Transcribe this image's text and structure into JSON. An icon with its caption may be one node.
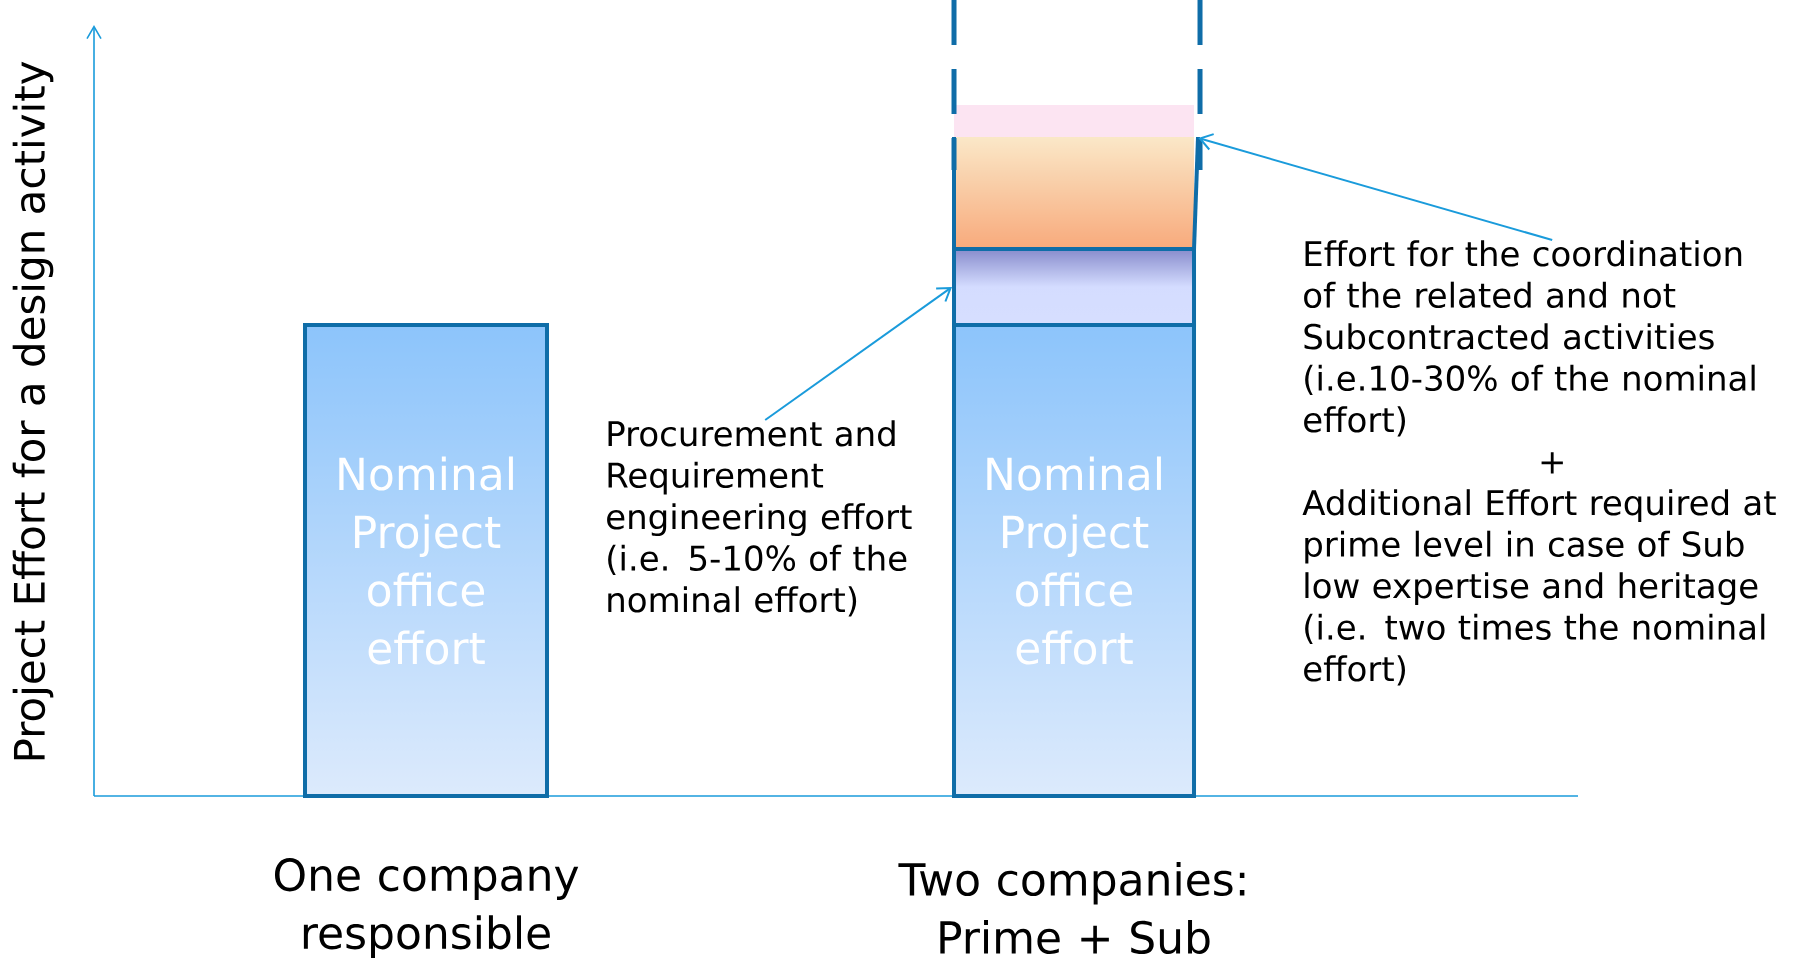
{
  "diagram": {
    "nodes": [
      {
        "text": [
          "Nominal Project office effort"
        ]
      },
      {
        "text": [
          "Nominal Project office effort"
        ]
      },
      {
        "text": [],
        "shape": "box"
      },
      {
        "text": [],
        "shape": "box"
      },
      {
        "text": [
          "Procurement and Requirement engineering effort (i.e. 5-10% of the nominal effort)"
        ]
      },
      {
        "text": [
          "Effort for the coordination of the related and not Subcontracted activities (i.e.10-30% of the nominal effort)",
          "+",
          "Additional Effort required at prime level in case of Sub low expertise and heritage (i.e. two times the nominal effort)"
        ]
      }
    ],
    "edges": [
      {
        "from": 4,
        "to": 3,
        "arrow": "to"
      },
      {
        "from": 5,
        "to": 2,
        "arrow": "to"
      }
    ],
    "labels": [
      "Project Effort for a design activity",
      "One company responsible",
      "Two companies: Prime + Sub"
    ]
  }
}
